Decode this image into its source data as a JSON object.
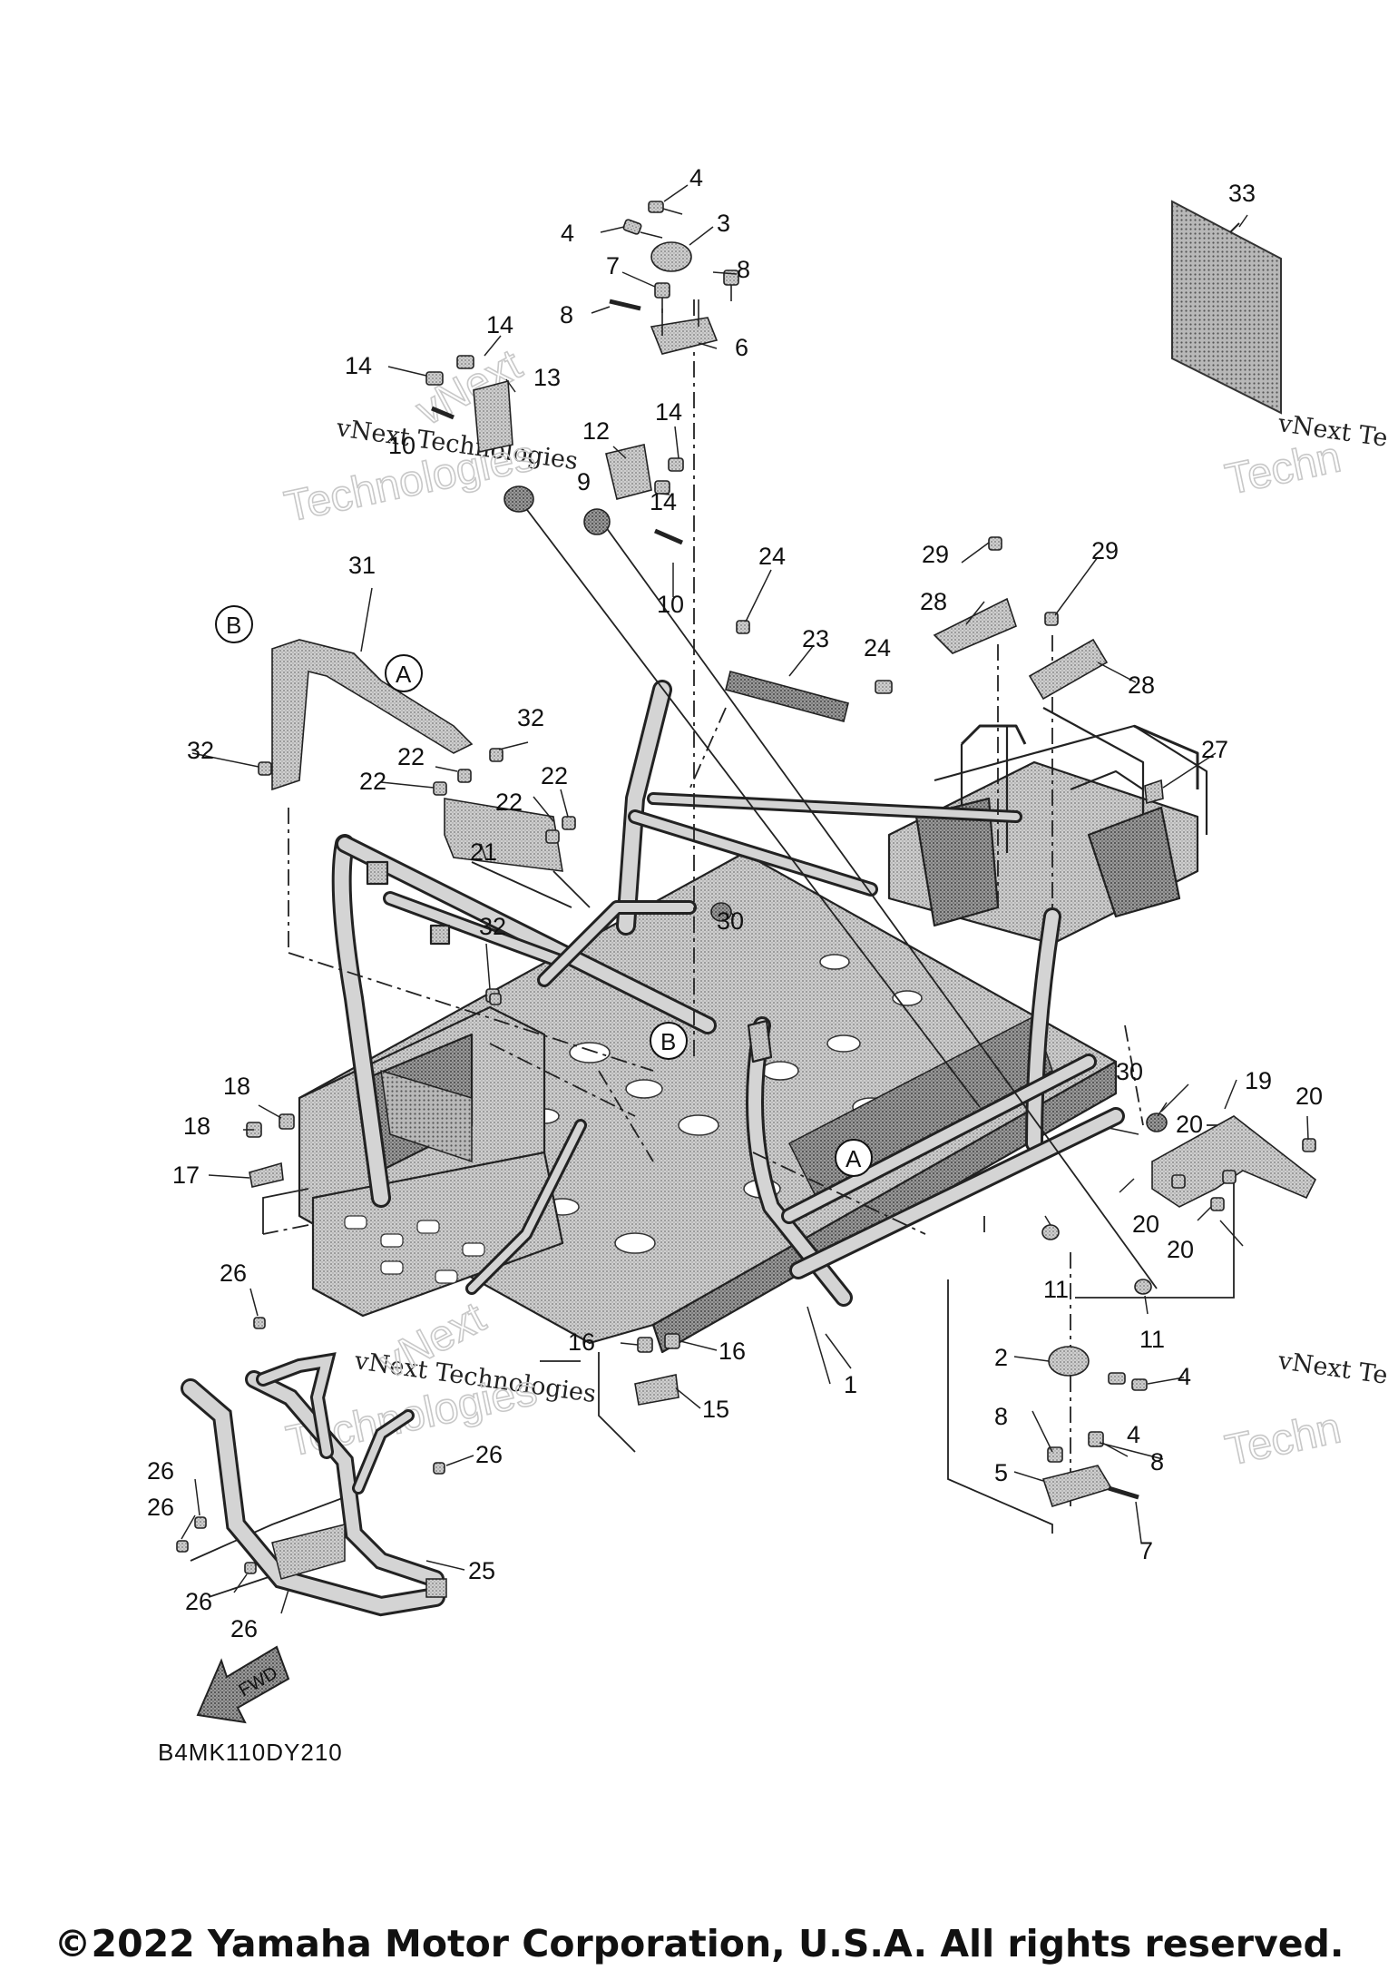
{
  "diagram": {
    "part_code": "B4MK110DY210",
    "copyright": "©2022 Yamaha Motor Corporation, U.S.A. All rights reserved.",
    "fwd_label": "FWD",
    "watermark": {
      "line1": "vNext Technologies",
      "line2a": "vNext",
      "line2b": "Technologies",
      "partial_small": "vNext Te",
      "partial_big": "Techn"
    },
    "reference_markers": [
      "A",
      "B"
    ],
    "callouts": {
      "c1": "1",
      "c2": "2",
      "c3": "3",
      "c4a": "4",
      "c4b": "4",
      "c4c": "4",
      "c4d": "4",
      "c5": "5",
      "c6": "6",
      "c7a": "7",
      "c7b": "7",
      "c8a": "8",
      "c8b": "8",
      "c8c": "8",
      "c8d": "8",
      "c9": "9",
      "c10a": "10",
      "c10b": "10",
      "c11a": "11",
      "c11b": "11",
      "c12": "12",
      "c13": "13",
      "c14a": "14",
      "c14b": "14",
      "c14c": "14",
      "c14d": "14",
      "c15": "15",
      "c16a": "16",
      "c16b": "16",
      "c17": "17",
      "c18a": "18",
      "c18b": "18",
      "c19": "19",
      "c20a": "20",
      "c20b": "20",
      "c20c": "20",
      "c20d": "20",
      "c21": "21",
      "c22a": "22",
      "c22b": "22",
      "c22c": "22",
      "c22d": "22",
      "c23": "23",
      "c24a": "24",
      "c24b": "24",
      "c25": "25",
      "c26a": "26",
      "c26b": "26",
      "c26c": "26",
      "c26d": "26",
      "c26e": "26",
      "c26f": "26",
      "c27": "27",
      "c28a": "28",
      "c28b": "28",
      "c29a": "29",
      "c29b": "29",
      "c30a": "30",
      "c30b": "30",
      "c31": "31",
      "c32a": "32",
      "c32b": "32",
      "c32c": "32",
      "c33": "33"
    }
  }
}
